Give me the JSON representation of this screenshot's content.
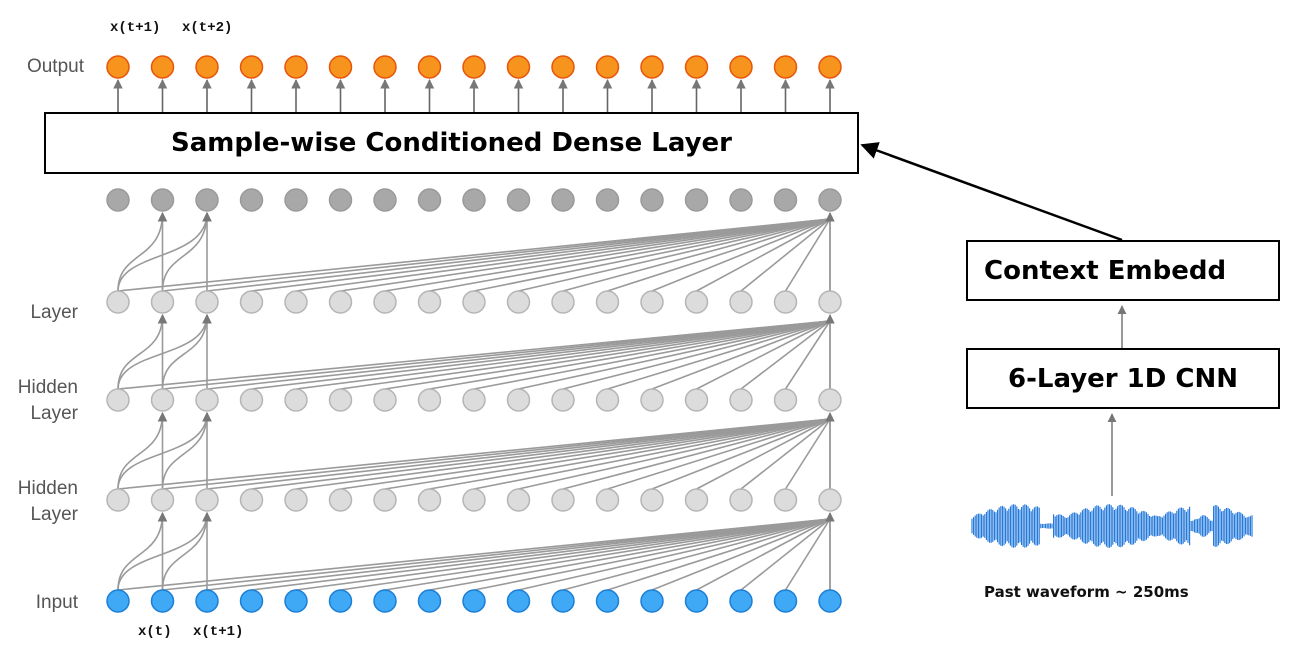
{
  "labels": {
    "output": "Output",
    "hidden_layer_1": "Layer",
    "hidden_layer_2_a": "Hidden",
    "hidden_layer_2_b": "Layer",
    "hidden_layer_3_a": "Hidden",
    "hidden_layer_3_b": "Layer",
    "input": "Input"
  },
  "output_ticks": [
    "x(t+1)",
    "x(t+2)"
  ],
  "input_ticks": [
    "x(t)",
    "x(t+1)"
  ],
  "boxes": {
    "dense": "Sample-wise Conditioned Dense Layer",
    "embed": "Context Embedd",
    "cnn": "6-Layer 1D CNN"
  },
  "waveform_caption": "Past waveform ~ 250ms",
  "nodes_per_row": 17,
  "colors": {
    "output_fill": "#f7941d",
    "output_stroke": "#e8540a",
    "dense_fill": "#a8a8a8",
    "hidden_fill": "#dcdcdc",
    "input_fill": "#3fa9f5",
    "input_stroke": "#1c7fd6",
    "edge": "#9a9a9a",
    "waveform": "#1a73d9"
  }
}
